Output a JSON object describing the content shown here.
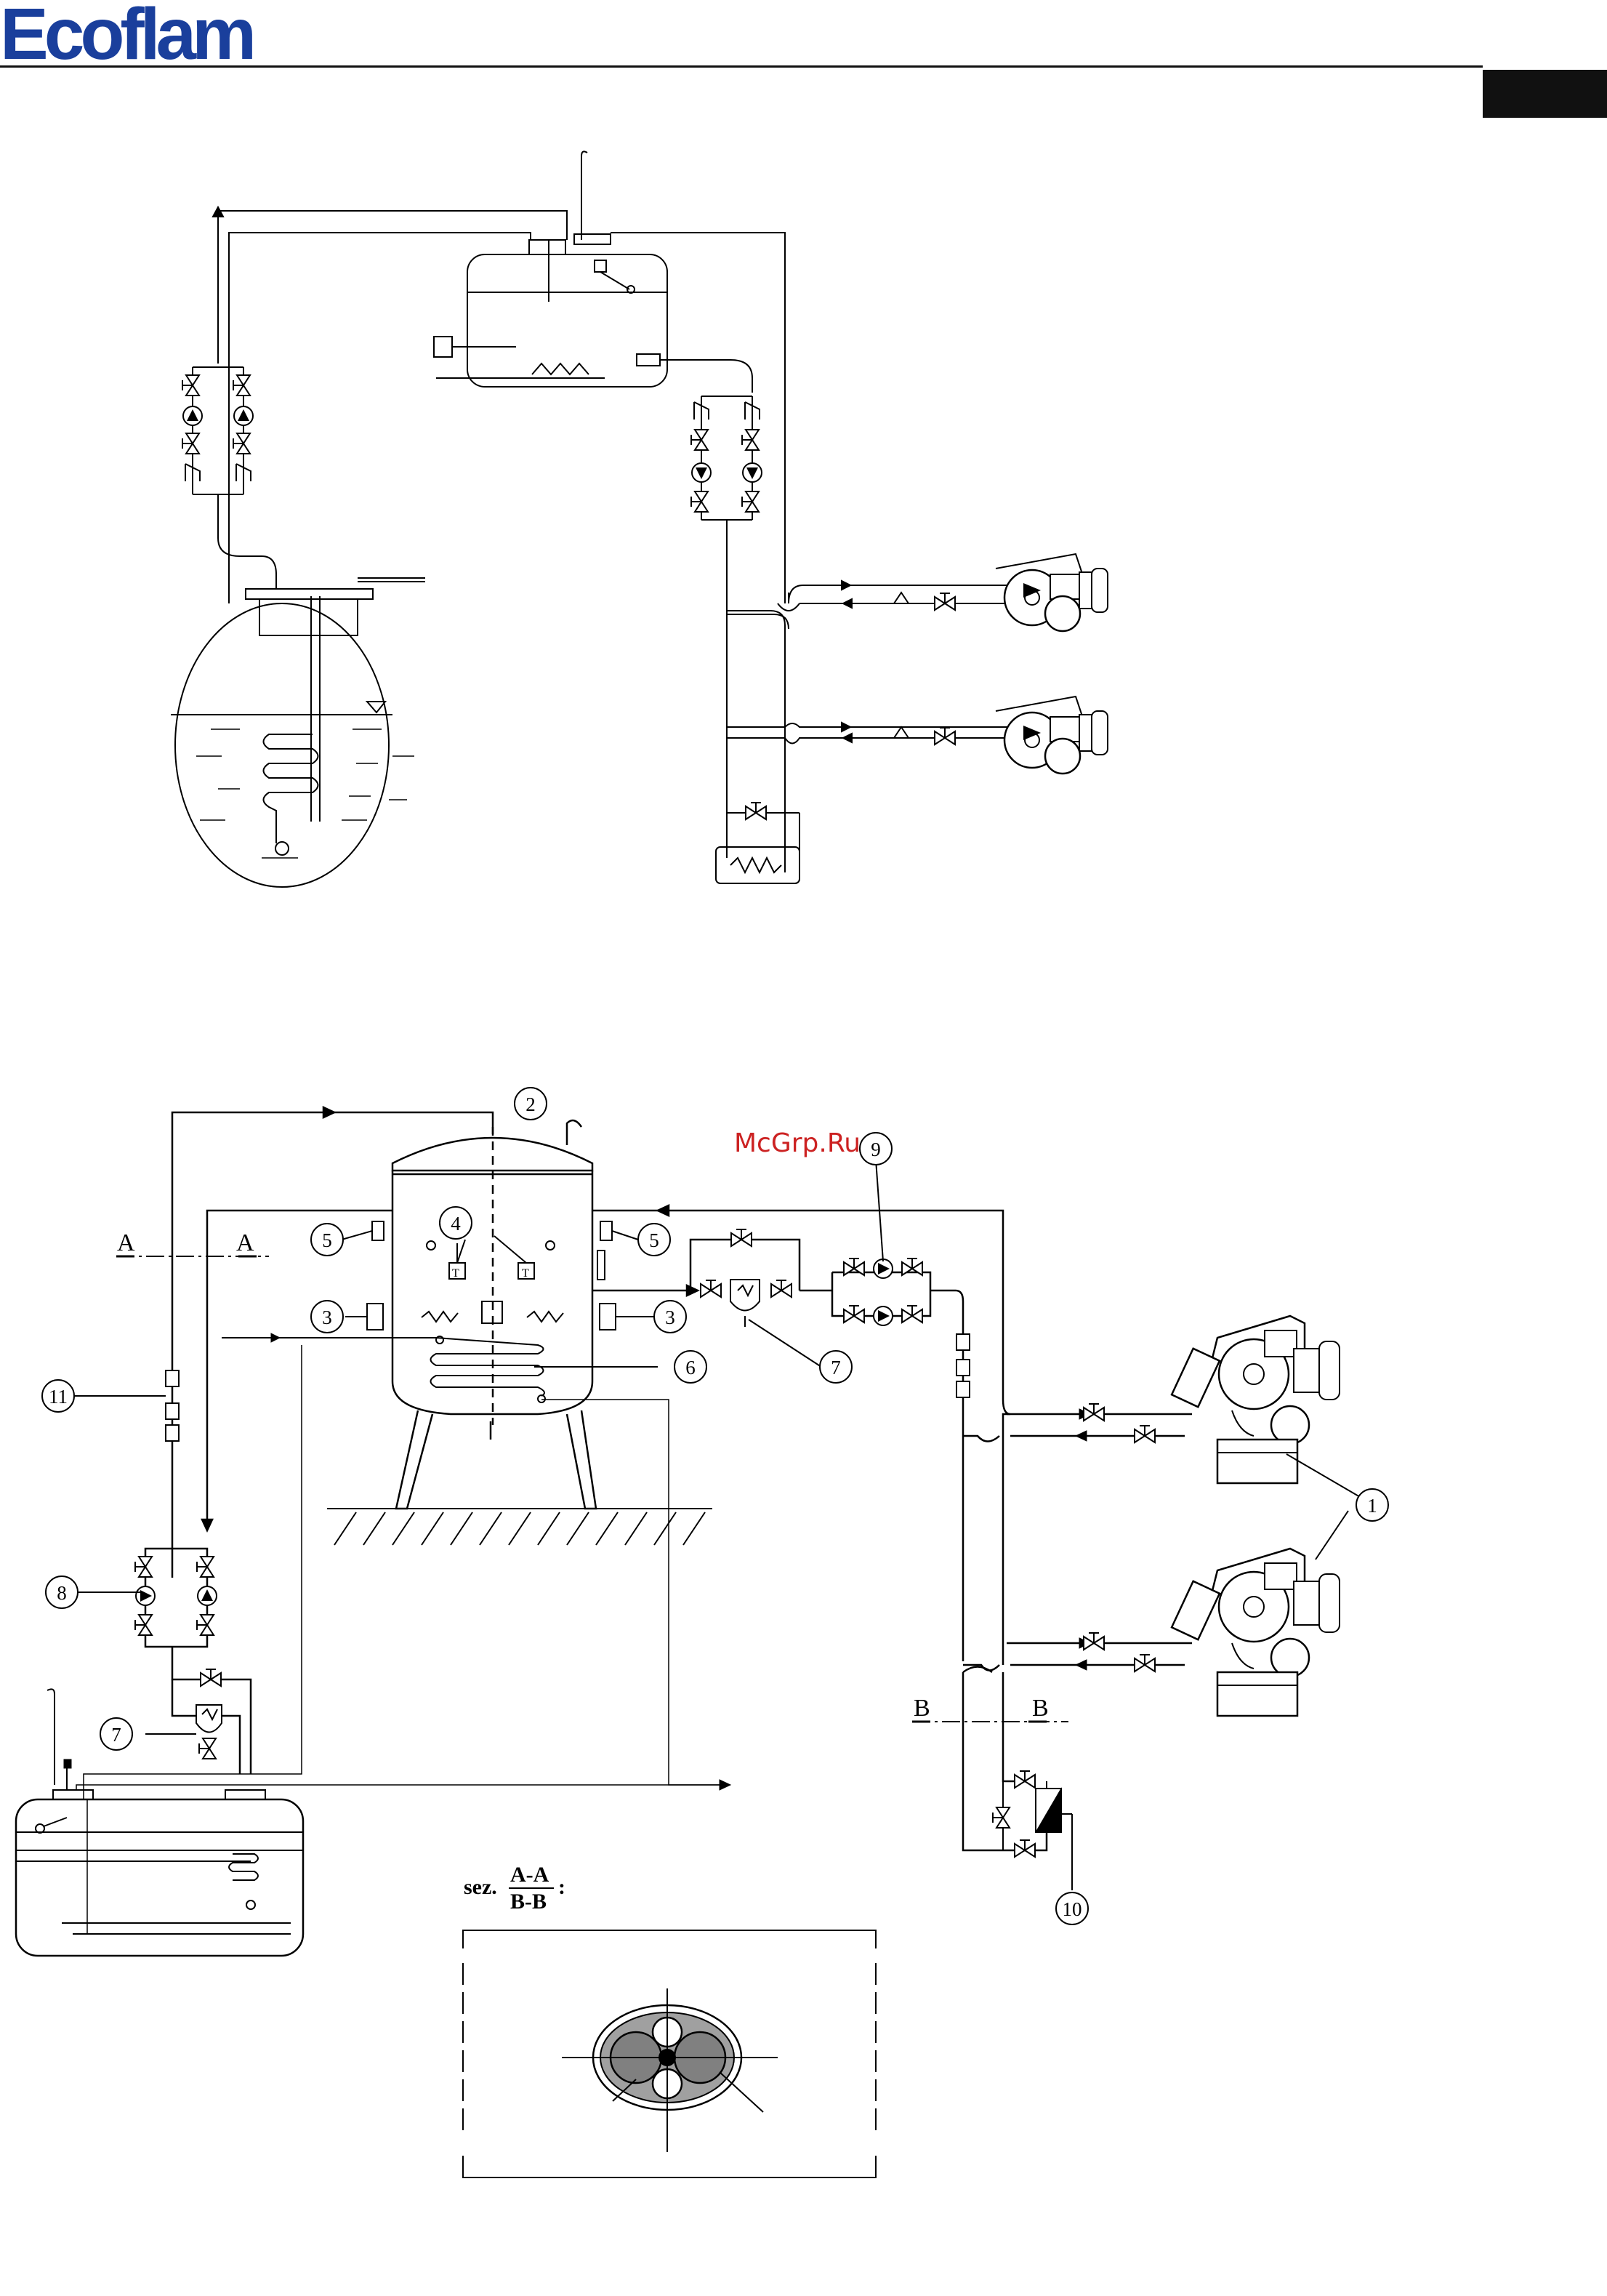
{
  "header": {
    "logo_text": "Ecoflam",
    "watermark": "McGrp.Ru"
  },
  "callouts": [
    "1",
    "2",
    "3",
    "4",
    "5",
    "6",
    "7",
    "8",
    "9",
    "10",
    "11"
  ],
  "section_marks": {
    "a_left": "A",
    "a_right": "A",
    "b_left": "B",
    "b_right": "B"
  },
  "section_detail": {
    "prefix": "sez.",
    "numerator": "A-A",
    "denominator": "B-B",
    "suffix": ":"
  },
  "thermostat_label": "T"
}
